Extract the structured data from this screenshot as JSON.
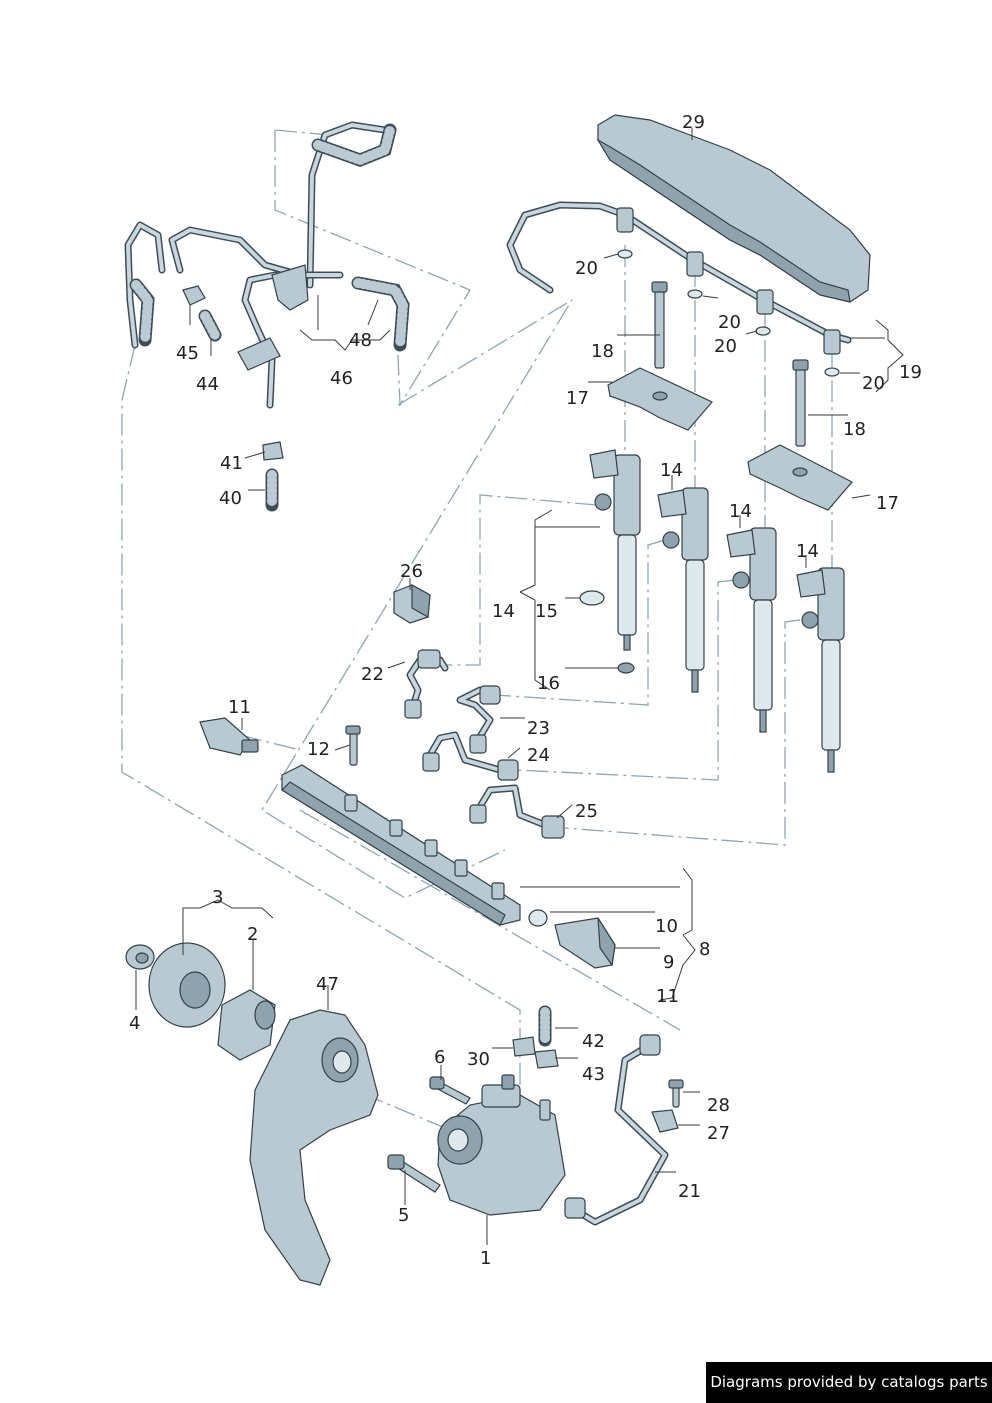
{
  "callouts": {
    "c1": "1",
    "c2": "2",
    "c3": "3",
    "c4": "4",
    "c5": "5",
    "c6": "6",
    "c8": "8",
    "c9": "9",
    "c10": "10",
    "c11a": "11",
    "c11b": "11",
    "c12": "12",
    "c14a": "14",
    "c14b": "14",
    "c14c": "14",
    "c14d": "14",
    "c15": "15",
    "c16": "16",
    "c17a": "17",
    "c17b": "17",
    "c18a": "18",
    "c18b": "18",
    "c19": "19",
    "c20a": "20",
    "c20b": "20",
    "c20c": "20",
    "c20d": "20",
    "c21": "21",
    "c22": "22",
    "c23": "23",
    "c24": "24",
    "c25": "25",
    "c26": "26",
    "c27": "27",
    "c28": "28",
    "c29": "29",
    "c30": "30",
    "c40": "40",
    "c41": "41",
    "c42": "42",
    "c43": "43",
    "c44": "44",
    "c45": "45",
    "c46": "46",
    "c47": "47",
    "c48": "48"
  },
  "watermark": "Diagrams provided by catalogs parts",
  "colors": {
    "part_fill": "#b9c9d2",
    "part_dark": "#8fa3ae",
    "outline": "#33414a",
    "dashed_line": "#8fa6b3"
  }
}
